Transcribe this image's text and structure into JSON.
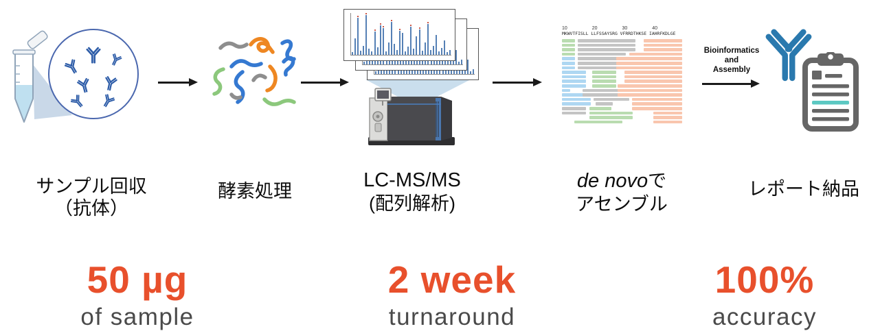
{
  "flow": {
    "steps": [
      {
        "label_lines": [
          "サンプル回収",
          "（抗体）"
        ]
      },
      {
        "label_lines": [
          "酵素処理"
        ]
      },
      {
        "label_lines": [
          "LC-MS/MS",
          "(配列解析)"
        ]
      },
      {
        "label_italic": "de novo",
        "label_suffix": "で",
        "label_line2": "アセンブル"
      },
      {
        "label_lines": [
          "レポート納品"
        ]
      }
    ],
    "bioinformatics_note": {
      "line1": "Bioinformatics",
      "line2": "and",
      "line3": "Assembly"
    }
  },
  "stats": [
    {
      "value": "50 µg",
      "label": "of sample"
    },
    {
      "value": "2 week",
      "label": "turnaround"
    },
    {
      "value": "100%",
      "label": "accuracy"
    }
  ],
  "alignment": {
    "ruler": [
      "10",
      "20",
      "30",
      "40"
    ],
    "sequence": "MKWVTFISLL LLFSSAYSRG VFRRDTHKSE IAHRFKDLGE",
    "colors": {
      "g": "#b9dcb0",
      "k": "#c4c4c4",
      "b": "#aed7f2",
      "s": "#f9c6ae"
    },
    "rows": [
      [
        [
          "g",
          0,
          11
        ],
        [
          "k",
          13,
          48
        ],
        [
          "s",
          68,
          32
        ]
      ],
      [
        [
          "g",
          0,
          11
        ],
        [
          "k",
          13,
          48
        ],
        [
          "s",
          68,
          32
        ]
      ],
      [
        [
          "g",
          0,
          11
        ],
        [
          "k",
          13,
          48
        ],
        [
          "s",
          68,
          32
        ]
      ],
      [
        [
          "g",
          0,
          11
        ],
        [
          "k",
          13,
          40
        ],
        [
          "s",
          56,
          44
        ]
      ],
      [
        [
          "b",
          0,
          11
        ],
        [
          "k",
          13,
          40
        ],
        [
          "s",
          45,
          55
        ]
      ],
      [
        [
          "b",
          0,
          11
        ],
        [
          "k",
          13,
          40
        ],
        [
          "s",
          45,
          55
        ]
      ],
      [
        [
          "b",
          0,
          11
        ],
        [
          "k",
          13,
          40
        ],
        [
          "s",
          45,
          55
        ]
      ],
      [
        [
          "b",
          0,
          20
        ],
        [
          "g",
          25,
          20
        ],
        [
          "s",
          52,
          48
        ]
      ],
      [
        [
          "b",
          0,
          20
        ],
        [
          "g",
          25,
          20
        ],
        [
          "s",
          52,
          48
        ]
      ],
      [
        [
          "b",
          0,
          20
        ],
        [
          "g",
          25,
          20
        ],
        [
          "s",
          52,
          48
        ]
      ],
      [
        [
          "b",
          0,
          20
        ],
        [
          "g",
          25,
          20
        ],
        [
          "s",
          46,
          54
        ]
      ],
      [
        [
          "b",
          0,
          7
        ],
        [
          "k",
          17,
          30
        ],
        [
          "s",
          46,
          54
        ]
      ],
      [
        [
          "b",
          0,
          24
        ],
        [
          "k",
          17,
          30
        ],
        [
          "s",
          46,
          54
        ]
      ],
      [
        [
          "b",
          0,
          24
        ],
        [
          "k",
          26,
          30
        ],
        [
          "s",
          58,
          42
        ]
      ],
      [
        [
          "b",
          0,
          24
        ],
        [
          "k",
          28,
          14
        ],
        [
          "s",
          58,
          42
        ]
      ],
      [
        [
          "k",
          0,
          20
        ],
        [
          "g",
          23,
          18
        ],
        [
          "s",
          58,
          42
        ]
      ],
      [
        [
          "k",
          0,
          20
        ],
        [
          "g",
          23,
          36
        ],
        [
          "s",
          76,
          24
        ]
      ],
      [
        [
          "g",
          23,
          36
        ],
        [
          "s",
          76,
          24
        ]
      ],
      [
        [
          "g",
          10,
          40
        ],
        [
          "s",
          76,
          24
        ]
      ]
    ]
  },
  "lcms": {
    "peak_heights": [
      6,
      40,
      88,
      10,
      22,
      100,
      14,
      8,
      55,
      18,
      70,
      64,
      9,
      30,
      78,
      26,
      12,
      58,
      52,
      8,
      20,
      68,
      15,
      45,
      60,
      10,
      30,
      74,
      12,
      22,
      48,
      8,
      16,
      34,
      6,
      12
    ]
  },
  "colors": {
    "accent_orange": "#e8502c",
    "stat_label_gray": "#4a4a4a",
    "antibody_navy": "#2d5ca8",
    "antibody_teal": "#2a79ae",
    "clipboard_gray": "#666666",
    "report_teal": "#5cc8c2",
    "fragment_gray": "#8e8e8e",
    "fragment_blue": "#3579d1",
    "fragment_orange": "#ee8722",
    "fragment_green": "#8cc87c",
    "spectra_blue": "#5580b5",
    "arrow_black": "#1a1a1a"
  }
}
